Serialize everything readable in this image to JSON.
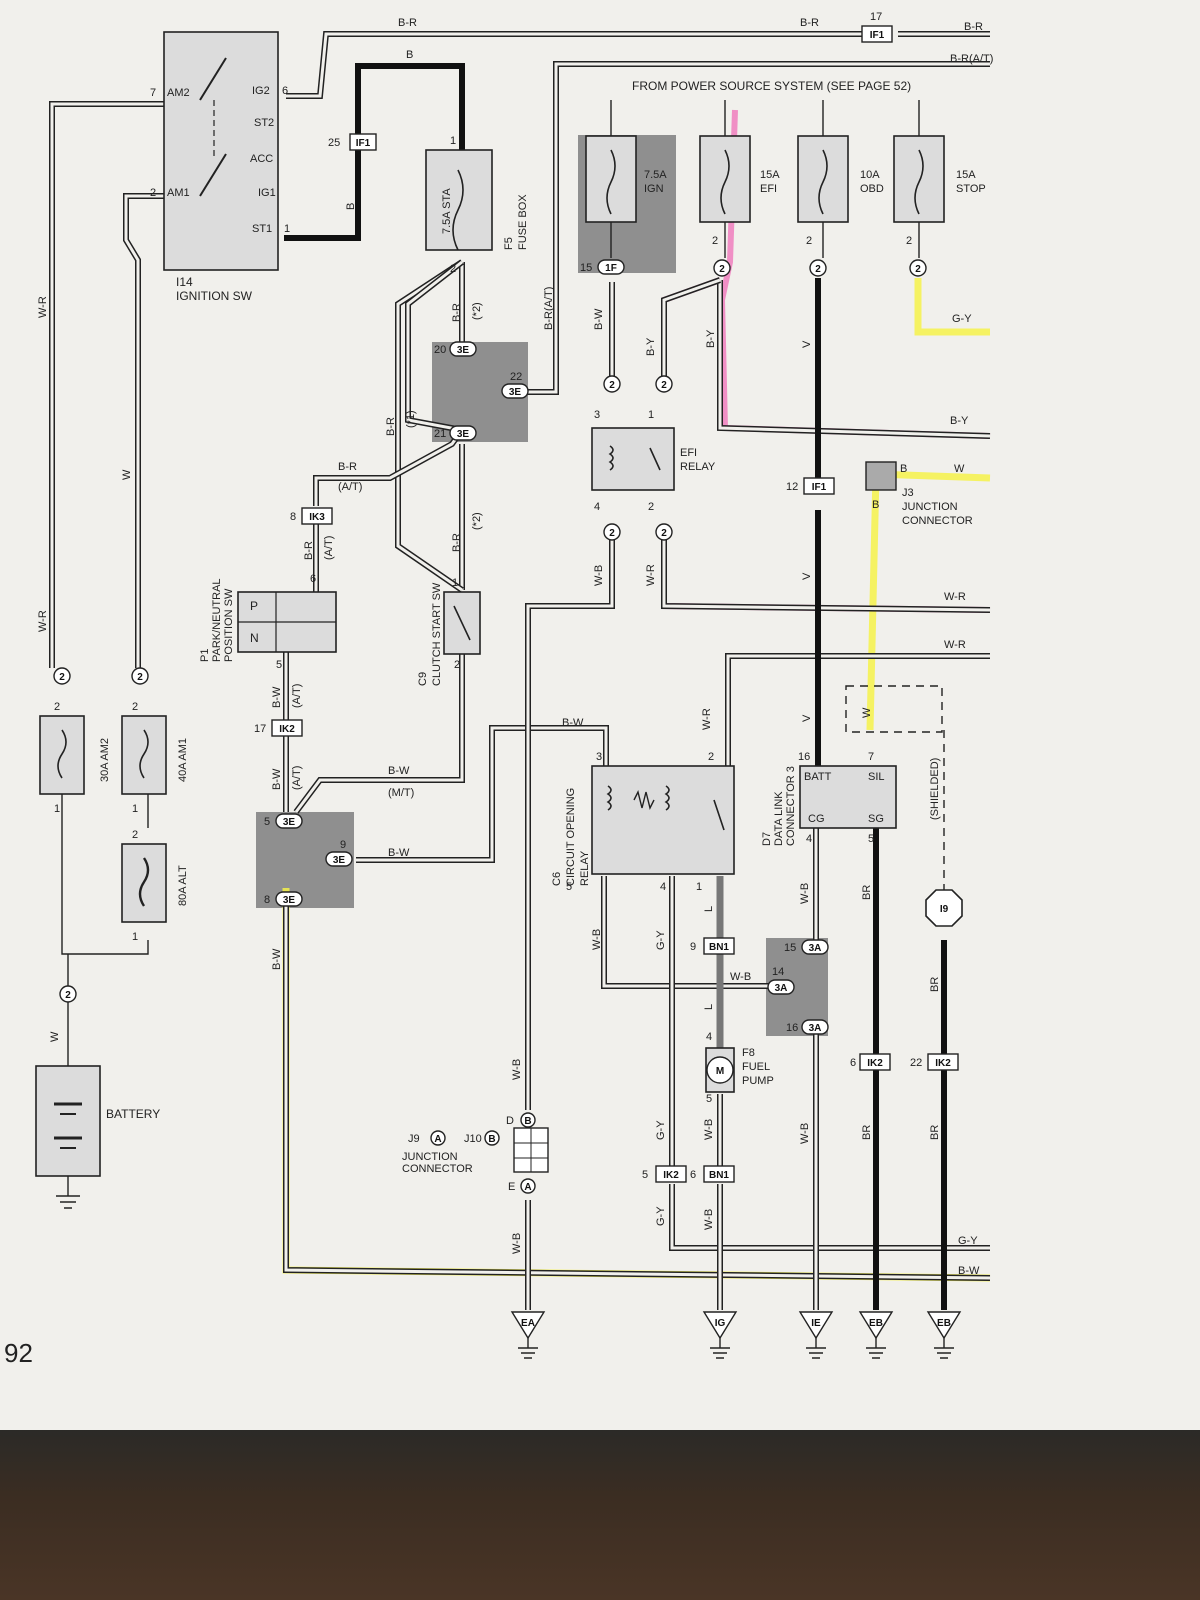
{
  "page": {
    "number": "92"
  },
  "header": {
    "source_note": "FROM POWER SOURCE SYSTEM (SEE PAGE 52)"
  },
  "components": {
    "ignition_sw": {
      "id": "I14",
      "name": "IGNITION SW",
      "terminals": [
        "AM2",
        "IG2",
        "ST2",
        "ACC",
        "IG1",
        "AM1",
        "ST1"
      ],
      "pins": [
        "7",
        "6",
        "2",
        "1"
      ]
    },
    "fuse_box": {
      "id": "F5",
      "name": "FUSE BOX",
      "fuse": "7.5A STA",
      "pins": [
        "1",
        "2"
      ]
    },
    "fuses": [
      {
        "label": "7.5A",
        "label2": "IGN",
        "pin": "15",
        "conn": "1F"
      },
      {
        "label": "15A",
        "label2": "EFI",
        "pin": "2",
        "conn": "2"
      },
      {
        "label": "10A",
        "label2": "OBD",
        "pin": "2",
        "conn": "2"
      },
      {
        "label": "15A",
        "label2": "STOP",
        "pin": "2",
        "conn": "2"
      }
    ],
    "fuse_30a": {
      "label": "30A AM2"
    },
    "fuse_40a": {
      "label": "40A AM1"
    },
    "fuse_80a": {
      "label": "80A ALT"
    },
    "battery": {
      "name": "BATTERY"
    },
    "park_sw": {
      "id": "P1",
      "name": "PARK/NEUTRAL",
      "name2": "POSITION SW",
      "p": "P",
      "n": "N"
    },
    "clutch_sw": {
      "id": "C9",
      "name": "CLUTCH START SW"
    },
    "efi_relay": {
      "name": "EFI",
      "name2": "RELAY"
    },
    "circuit_relay": {
      "id": "C6",
      "name": "CIRCUIT OPENING",
      "name2": "RELAY"
    },
    "fuel_pump": {
      "id": "F8",
      "name": "FUEL",
      "name2": "PUMP",
      "motor": "M"
    },
    "dlc3": {
      "id": "D7",
      "name": "DATA LINK",
      "name2": "CONNECTOR 3",
      "terms": [
        "BATT",
        "SIL",
        "CG",
        "SG"
      ]
    },
    "j3": {
      "id": "J3",
      "name": "JUNCTION",
      "name2": "CONNECTOR"
    },
    "j9j10": {
      "id": "J9",
      "id2": "J10",
      "name": "JUNCTION",
      "name2": "CONNECTOR",
      "a": "A",
      "b": "B",
      "d": "D",
      "e": "E"
    },
    "i9": {
      "id": "I9"
    },
    "shielded": "(SHIELDED)"
  },
  "connectors": {
    "if1": "IF1",
    "3e": "3E",
    "ik3": "IK3",
    "ik2": "IK2",
    "bn1": "BN1",
    "3a": "3A"
  },
  "wire_colors": {
    "b_r": "B-R",
    "b_r_at": "B-R(A/T)",
    "b": "B",
    "w_r": "W-R",
    "w": "W",
    "b_w": "B-W",
    "g_y": "G-Y",
    "b_y": "B-Y",
    "v": "V",
    "br": "BR",
    "w_b": "W-B",
    "l": "L",
    "at": "(A/T)",
    "mt": "(M/T)",
    "star1": "(*1)",
    "star2": "(*2)"
  },
  "grounds": [
    "EA",
    "IG",
    "IE",
    "EB",
    "EB"
  ],
  "colors": {
    "highlight_yellow": "#f6f24a",
    "highlight_pink": "#ef6fb8",
    "shade": "#8f8f8f"
  }
}
